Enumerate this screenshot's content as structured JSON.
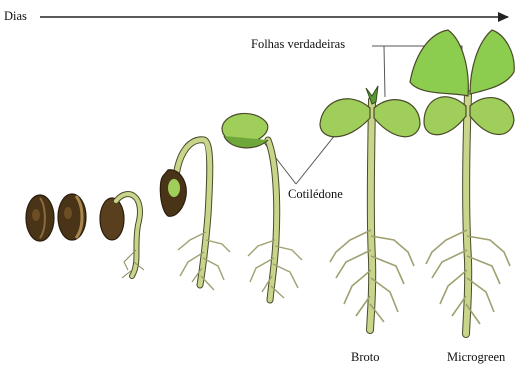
{
  "labels": {
    "days": "Dias",
    "true_leaves": "Folhas verdadeiras",
    "cotyledon": "Cotilédone",
    "sprout": "Broto",
    "microgreen": "Microgreen"
  },
  "stages": [
    {
      "name": "seed"
    },
    {
      "name": "seed-cracking"
    },
    {
      "name": "radicle"
    },
    {
      "name": "hook"
    },
    {
      "name": "emerging-cotyledons"
    },
    {
      "name": "sprout"
    },
    {
      "name": "microgreen"
    }
  ],
  "colors": {
    "seed_dark": "#4a3418",
    "seed_mid": "#6d4d24",
    "seed_light": "#8c6a3a",
    "stem": "#c9d58a",
    "stem_outline": "#4a4a2a",
    "root": "#d7dc9c",
    "cotyledon": "#9fce5a",
    "cotyledon_dark": "#6fa83a",
    "true_leaf": "#8ccc4e",
    "arrow": "#222222",
    "leader_line": "#555555"
  }
}
